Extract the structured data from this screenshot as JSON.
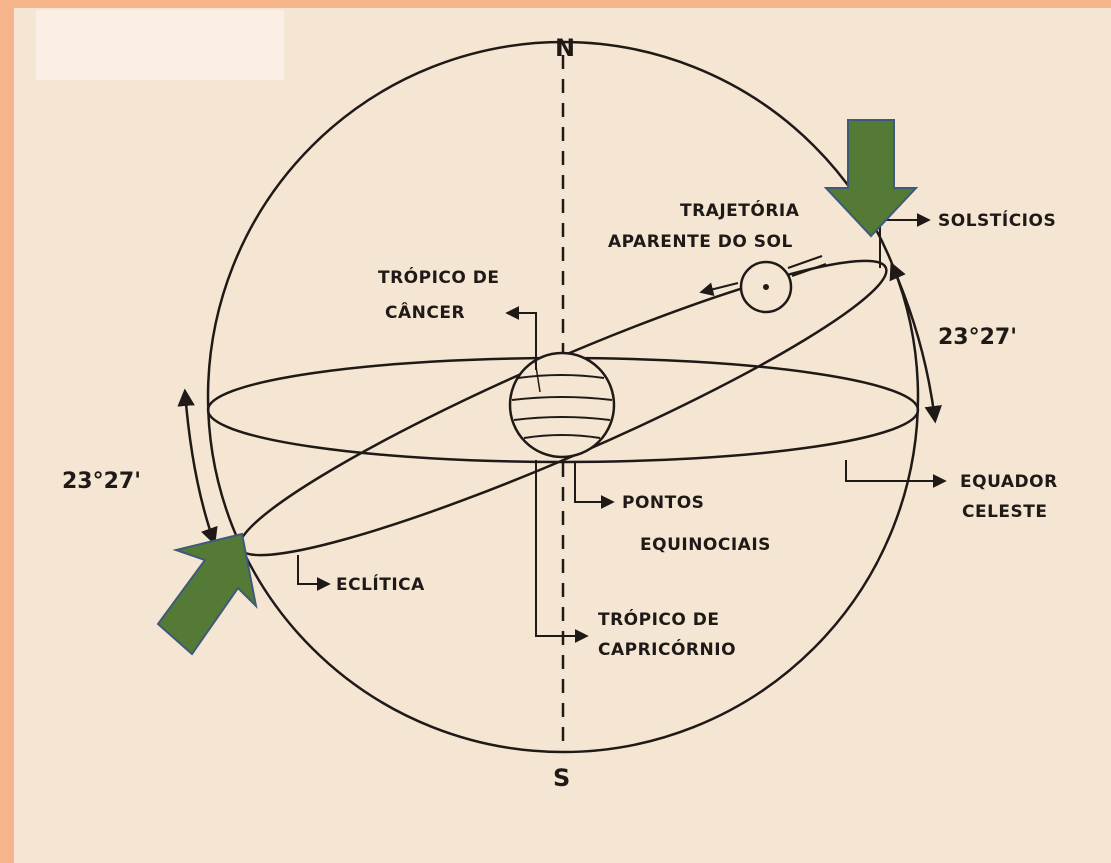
{
  "labels": {
    "north": "N",
    "south": "S",
    "sun_path": [
      "TRAJETÓRIA",
      "APARENTE DO SOL"
    ],
    "solstices": "SOLSTÍCIOS",
    "tropic_cancer": [
      "TRÓPICO DE",
      "CÂNCER"
    ],
    "equinox_points": [
      "PONTOS",
      "EQUINOCIAIS"
    ],
    "celestial_equator": [
      "EQUADOR",
      "CELESTE"
    ],
    "ecliptic": "ECLÍTICA",
    "tropic_capricorn": [
      "TRÓPICO DE",
      "CAPRICÓRNIO"
    ],
    "angle_right": "23°27'",
    "angle_left": "23°27'"
  },
  "colors": {
    "page_border": "#f6b48a",
    "paper": "#f4e6d2",
    "ink": "#1f1a17",
    "arrow_fill": "#557a36",
    "arrow_stroke": "#3d5a7a"
  },
  "highlights": [
    "arrow-down-icon",
    "arrow-up-right-icon"
  ]
}
